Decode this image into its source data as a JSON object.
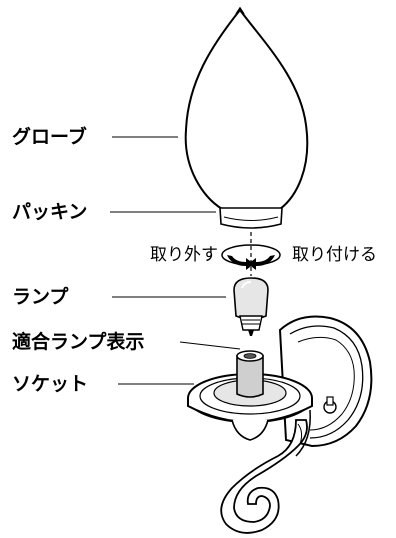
{
  "labels": {
    "globe": "グローブ",
    "packing": "パッキン",
    "lamp": "ランプ",
    "lamp_indicator": "適合ランプ表示",
    "socket": "ソケット"
  },
  "actions": {
    "remove": "取り外す",
    "attach": "取り付ける"
  },
  "colors": {
    "line": "#000000",
    "fill": "#ffffff",
    "light_gray": "#e6e6e6",
    "mid_gray": "#cfcfcf",
    "dark_gray": "#555555"
  }
}
